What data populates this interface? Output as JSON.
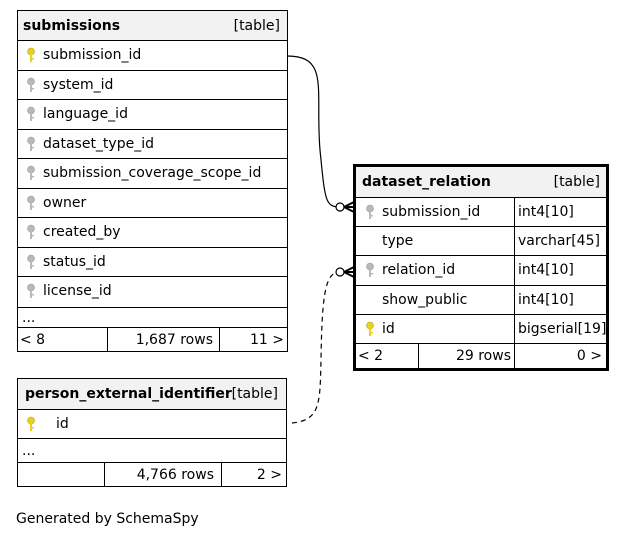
{
  "colors": {
    "primary_key": "#e8d21f",
    "foreign_key": "#b9b9b9",
    "header_bg": "#f2f2f2"
  },
  "submissions": {
    "title": "submissions",
    "kind": "[table]",
    "columns": [
      {
        "name": "submission_id",
        "icon": "primary-key-icon"
      },
      {
        "name": "system_id",
        "icon": "foreign-key-icon"
      },
      {
        "name": "language_id",
        "icon": "foreign-key-icon"
      },
      {
        "name": "dataset_type_id",
        "icon": "foreign-key-icon"
      },
      {
        "name": "submission_coverage_scope_id",
        "icon": "foreign-key-icon"
      },
      {
        "name": "owner",
        "icon": "foreign-key-icon"
      },
      {
        "name": "created_by",
        "icon": "foreign-key-icon"
      },
      {
        "name": "status_id",
        "icon": "foreign-key-icon"
      },
      {
        "name": "license_id",
        "icon": "foreign-key-icon"
      }
    ],
    "ellipsis": "...",
    "footer": {
      "parents": "< 8",
      "rows": "1,687 rows",
      "children": "11 >"
    }
  },
  "dataset_relation": {
    "title": "dataset_relation",
    "kind": "[table]",
    "columns": [
      {
        "name": "submission_id",
        "type": "int4[10]",
        "icon": "foreign-key-icon"
      },
      {
        "name": "type",
        "type": "varchar[45]",
        "icon": ""
      },
      {
        "name": "relation_id",
        "type": "int4[10]",
        "icon": "foreign-key-icon"
      },
      {
        "name": "show_public",
        "type": "int4[10]",
        "icon": ""
      },
      {
        "name": "id",
        "type": "bigserial[19]",
        "icon": "primary-key-icon"
      }
    ],
    "footer": {
      "parents": "< 2",
      "rows": "29 rows",
      "children": "0 >"
    }
  },
  "person_external_identifier": {
    "title": "person_external_identifier",
    "kind": "[table]",
    "columns": [
      {
        "name": "id",
        "icon": "primary-key-icon"
      }
    ],
    "ellipsis": "...",
    "footer": {
      "parents": "",
      "rows": "4,766 rows",
      "children": "2 >"
    }
  },
  "generated_by": "Generated by SchemaSpy"
}
